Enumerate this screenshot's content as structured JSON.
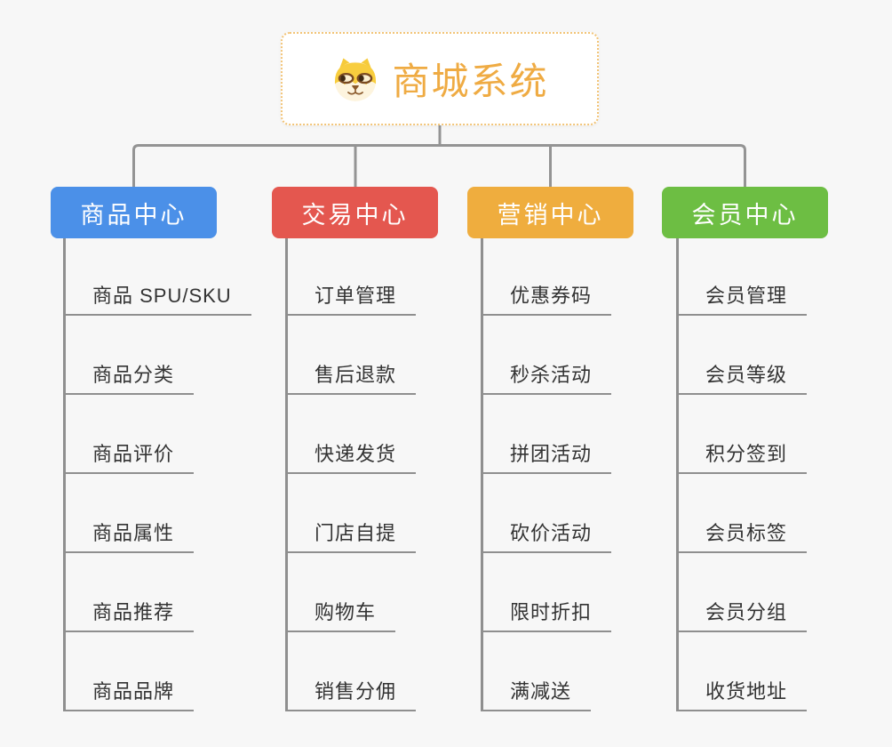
{
  "canvas": {
    "background": "#f7f7f7"
  },
  "connectors": {
    "color": "#949494"
  },
  "root": {
    "title": "商城系统",
    "icon": "dog-face-icon",
    "title_color": "#efab43",
    "border_color": "#f2c477",
    "background": "#ffffff"
  },
  "branches": [
    {
      "label": "商品中心",
      "color": "#4b90e8",
      "children": [
        "商品 SPU/SKU",
        "商品分类",
        "商品评价",
        "商品属性",
        "商品推荐",
        "商品品牌"
      ]
    },
    {
      "label": "交易中心",
      "color": "#e4574f",
      "children": [
        "订单管理",
        "售后退款",
        "快递发货",
        "门店自提",
        "购物车",
        "销售分佣"
      ]
    },
    {
      "label": "营销中心",
      "color": "#efad3e",
      "children": [
        "优惠券码",
        "秒杀活动",
        "拼团活动",
        "砍价活动",
        "限时折扣",
        "满减送"
      ]
    },
    {
      "label": "会员中心",
      "color": "#6dbe43",
      "children": [
        "会员管理",
        "会员等级",
        "积分签到",
        "会员标签",
        "会员分组",
        "收货地址"
      ]
    }
  ],
  "sub_topic_style": {
    "text_color": "#333333",
    "line_color": "#8f8f8f"
  }
}
